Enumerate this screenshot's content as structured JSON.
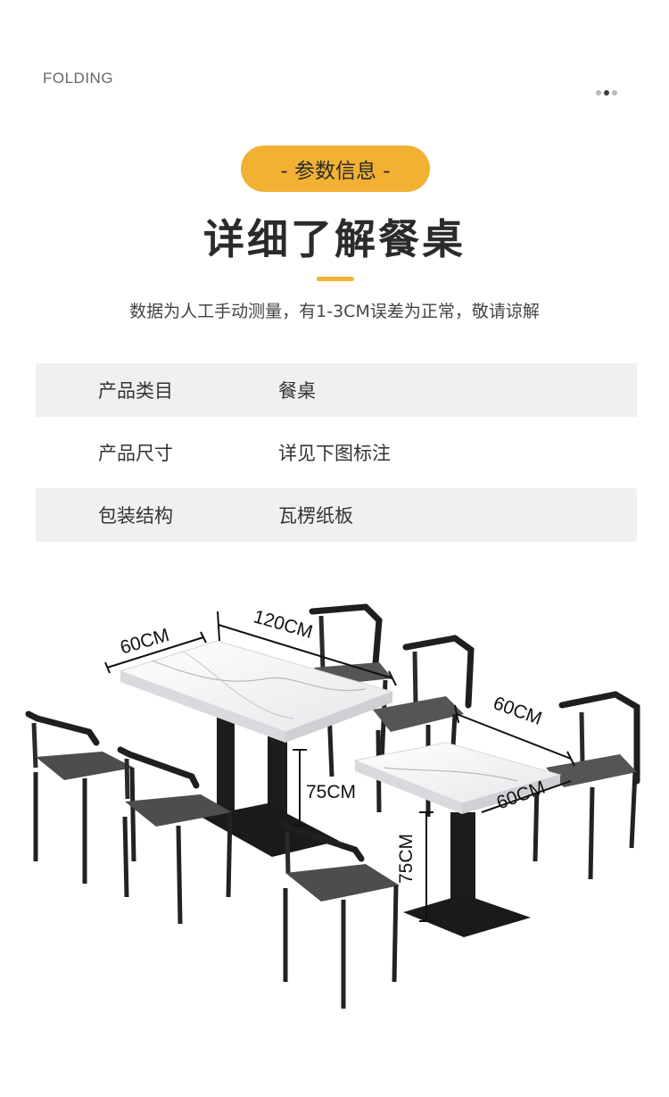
{
  "header": {
    "brand": "FOLDING",
    "dots_colors": [
      "#b9b9b9",
      "#3d3d3d",
      "#b9b9b9"
    ]
  },
  "section": {
    "pill_label": "- 参数信息 -",
    "title": "详细了解餐桌",
    "note": "数据为人工手动测量，有1-3CM误差为正常，敬请谅解",
    "accent_color": "#f2b133"
  },
  "specs": [
    {
      "key": "产品类目",
      "value": "餐桌"
    },
    {
      "key": "产品尺寸",
      "value": "详见下图标注"
    },
    {
      "key": "包装结构",
      "value": "瓦楞纸板"
    }
  ],
  "dimensions": {
    "large_width": "60CM",
    "large_length": "120CM",
    "large_height": "75CM",
    "small_width": "60CM",
    "small_length": "60CM",
    "small_height": "75CM"
  }
}
